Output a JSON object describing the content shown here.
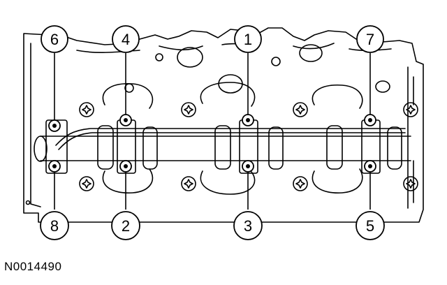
{
  "figure_id": "N0014490",
  "callouts": [
    {
      "number": "6"
    },
    {
      "number": "4"
    },
    {
      "number": "1"
    },
    {
      "number": "7"
    },
    {
      "number": "8"
    },
    {
      "number": "2"
    },
    {
      "number": "3"
    },
    {
      "number": "5"
    }
  ]
}
